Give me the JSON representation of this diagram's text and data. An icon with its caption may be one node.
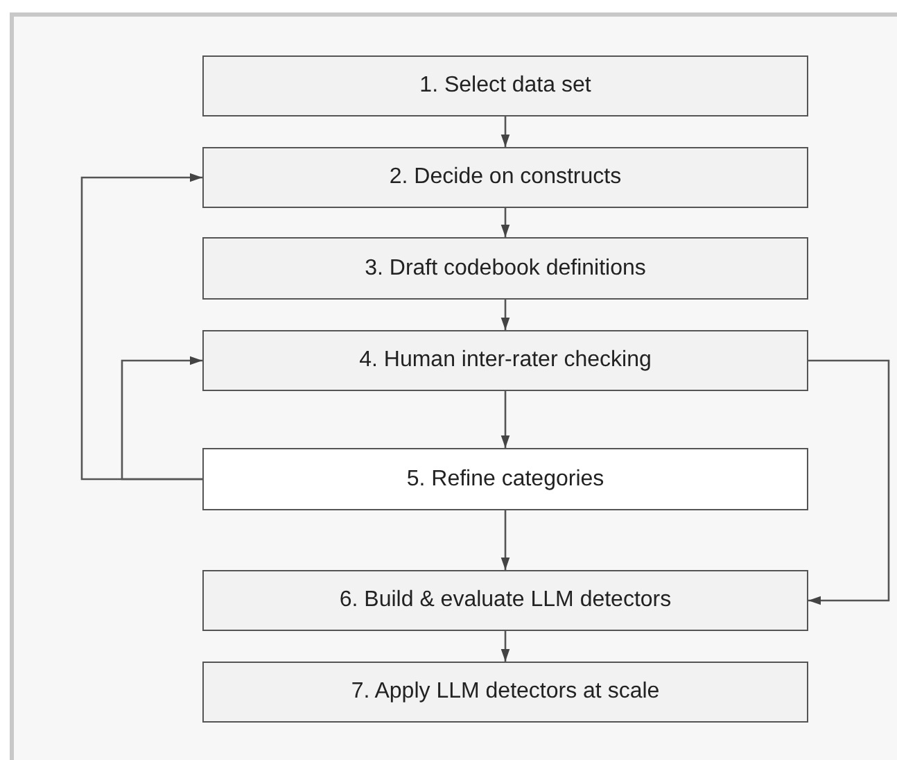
{
  "diagram": {
    "nodes": [
      {
        "text": [
          "1. Select data set"
        ]
      },
      {
        "text": [
          "2. Decide on constructs"
        ]
      },
      {
        "text": [
          "3. Draft codebook definitions"
        ]
      },
      {
        "text": [
          "4. Human inter-rater checking"
        ]
      },
      {
        "text": [
          "5. Refine categories"
        ]
      },
      {
        "text": [
          "6. Build & evaluate LLM detectors"
        ]
      },
      {
        "text": [
          "7. Apply LLM detectors at scale"
        ]
      }
    ],
    "edges": [
      {
        "from": 0,
        "to": 1,
        "arrow": "to"
      },
      {
        "from": 1,
        "to": 2,
        "arrow": "to"
      },
      {
        "from": 2,
        "to": 3,
        "arrow": "to"
      },
      {
        "from": 3,
        "to": 4,
        "arrow": "to"
      },
      {
        "from": 4,
        "to": 5,
        "arrow": "to"
      },
      {
        "from": 5,
        "to": 6,
        "arrow": "to"
      },
      {
        "from": 4,
        "to": 1,
        "arrow": "to"
      },
      {
        "from": 4,
        "to": 3,
        "arrow": "to"
      },
      {
        "from": 3,
        "to": 5,
        "arrow": "to"
      }
    ]
  }
}
